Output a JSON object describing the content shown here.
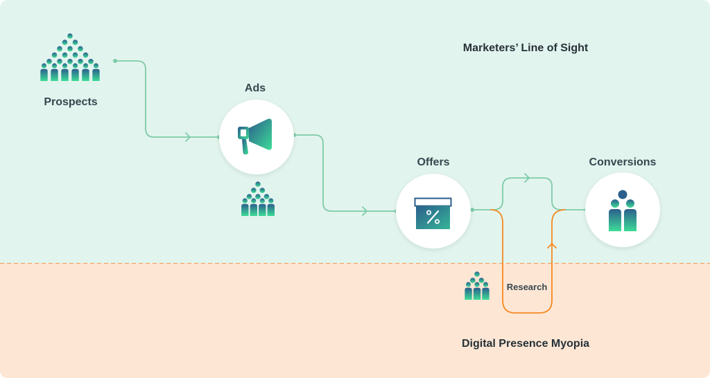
{
  "zones": {
    "top_title": "Marketers’ Line of Sight",
    "bottom_title": "Digital Presence Myopia"
  },
  "nodes": {
    "prospects": "Prospects",
    "ads": "Ads",
    "offers": "Offers",
    "conversions": "Conversions"
  },
  "paths": {
    "research": "Research"
  },
  "colors": {
    "top_zone": "#e2f4ee",
    "bottom_zone": "#fde6d4",
    "divider": "#f4a261",
    "flow_line": "#7dcba8",
    "research_line": "#f5891f",
    "icon_dark": "#2b5e8c",
    "icon_light": "#3ddc97"
  },
  "icons": {
    "ads": "megaphone-icon",
    "offers": "discount-icon",
    "conversions": "people-icon",
    "crowd": "crowd-icon"
  }
}
